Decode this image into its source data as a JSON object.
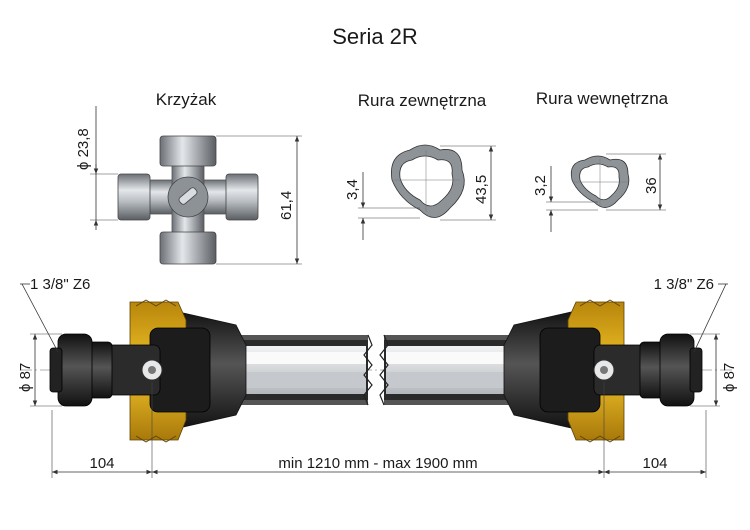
{
  "title": "Seria 2R",
  "cross": {
    "label": "Krzyżak",
    "dim_diameter": "ϕ 23,8",
    "dim_length": "61,4"
  },
  "outer_tube": {
    "label": "Rura zewnętrzna",
    "dim_wall": "3,4",
    "dim_size": "43,5"
  },
  "inner_tube": {
    "label": "Rura wewnętrzna",
    "dim_wall": "3,2",
    "dim_size": "36"
  },
  "shaft": {
    "left_spline": "1 3/8\" Z6",
    "right_spline": "1 3/8\" Z6",
    "left_diameter": "ϕ 87",
    "right_diameter": "ϕ 87",
    "left_length": "104",
    "right_length": "104",
    "length_range": "min 1210 mm - max 1900 mm"
  },
  "colors": {
    "shield_yellow": "#e8b51c",
    "shield_dark": "#262626",
    "steel": "#9aa0a6",
    "dim_line": "#333333"
  }
}
